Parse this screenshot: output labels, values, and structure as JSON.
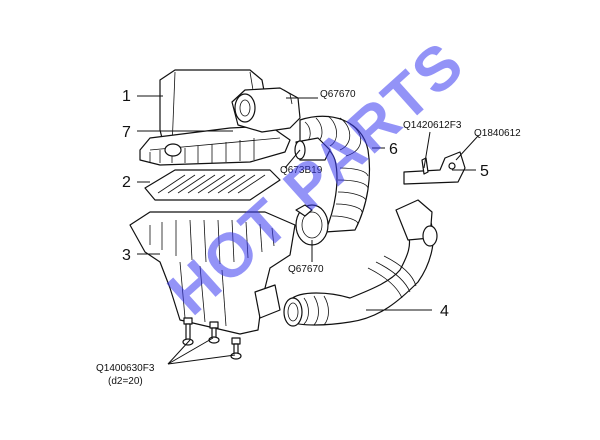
{
  "callouts": {
    "c1": "1",
    "c2": "2",
    "c3": "3",
    "c4": "4",
    "c5": "5",
    "c6": "6",
    "c7": "7"
  },
  "codes": {
    "q67670_top": "Q67670",
    "q673b19": "Q673B19",
    "q67670_bottom": "Q67670",
    "q1420612f3": "Q1420612F3",
    "q1840612": "Q1840612",
    "q1400630f3": "Q1400630F3",
    "d2": "(d2=20)"
  },
  "watermark": "HOT PARTS",
  "colors": {
    "watermark": "#3a3af0",
    "line": "#111111"
  }
}
